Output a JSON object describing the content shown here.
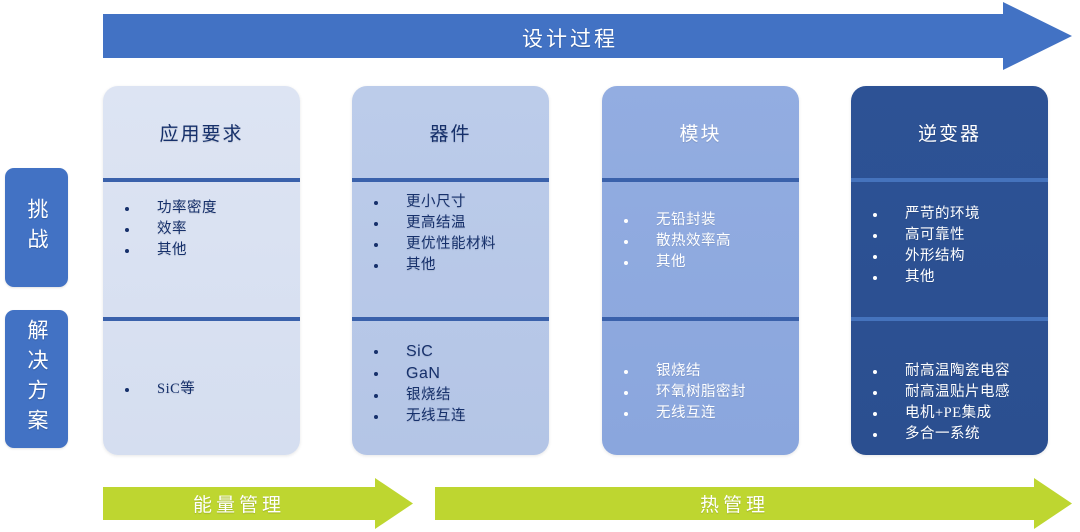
{
  "process_arrow": {
    "label": "设计过程",
    "color": "#4272c4",
    "icon": "right-arrow-icon"
  },
  "row_labels": [
    {
      "id": "challenge",
      "label": "挑战",
      "color": "#4272c4"
    },
    {
      "id": "solution",
      "label": "解决方案",
      "color": "#4272c4"
    }
  ],
  "stages": [
    {
      "id": "application-requirements",
      "title": "应用要求",
      "fill": "#dde4f3",
      "challenges": [
        "功率密度",
        "效率",
        "其他"
      ],
      "solutions": [
        "SiC等"
      ]
    },
    {
      "id": "device",
      "title": "器件",
      "fill": "#bcccea",
      "challenges": [
        "更小尺寸",
        "更高结温",
        "更优性能材料",
        "其他"
      ],
      "solutions": [
        "SiC",
        "GaN",
        "银烧结",
        "无线互连"
      ]
    },
    {
      "id": "module",
      "title": "模块",
      "fill": "#93ade1",
      "challenges": [
        "无铅封装",
        "散热效率高",
        "其他"
      ],
      "solutions": [
        "银烧结",
        "环氧树脂密封",
        "无线互连"
      ]
    },
    {
      "id": "inverter",
      "title": "逆变器",
      "fill": "#2d5295",
      "challenges": [
        "严苛的环境",
        "高可靠性",
        "外形结构",
        "其他"
      ],
      "solutions": [
        "耐高温陶瓷电容",
        "耐高温贴片电感",
        "电机+PE集成",
        "多合一系统"
      ]
    }
  ],
  "bottom_arrows": [
    {
      "id": "energy-management",
      "label": "能量管理",
      "color": "#bed630",
      "icon": "right-arrow-icon"
    },
    {
      "id": "thermal-management",
      "label": "热管理",
      "color": "#bed630",
      "icon": "right-arrow-icon"
    }
  ],
  "colors": {
    "process_blue": "#4272c4",
    "divider_blue": "#3a61ab",
    "green": "#bed630",
    "dark_text": "#16306b",
    "light_text": "#ffffff"
  }
}
